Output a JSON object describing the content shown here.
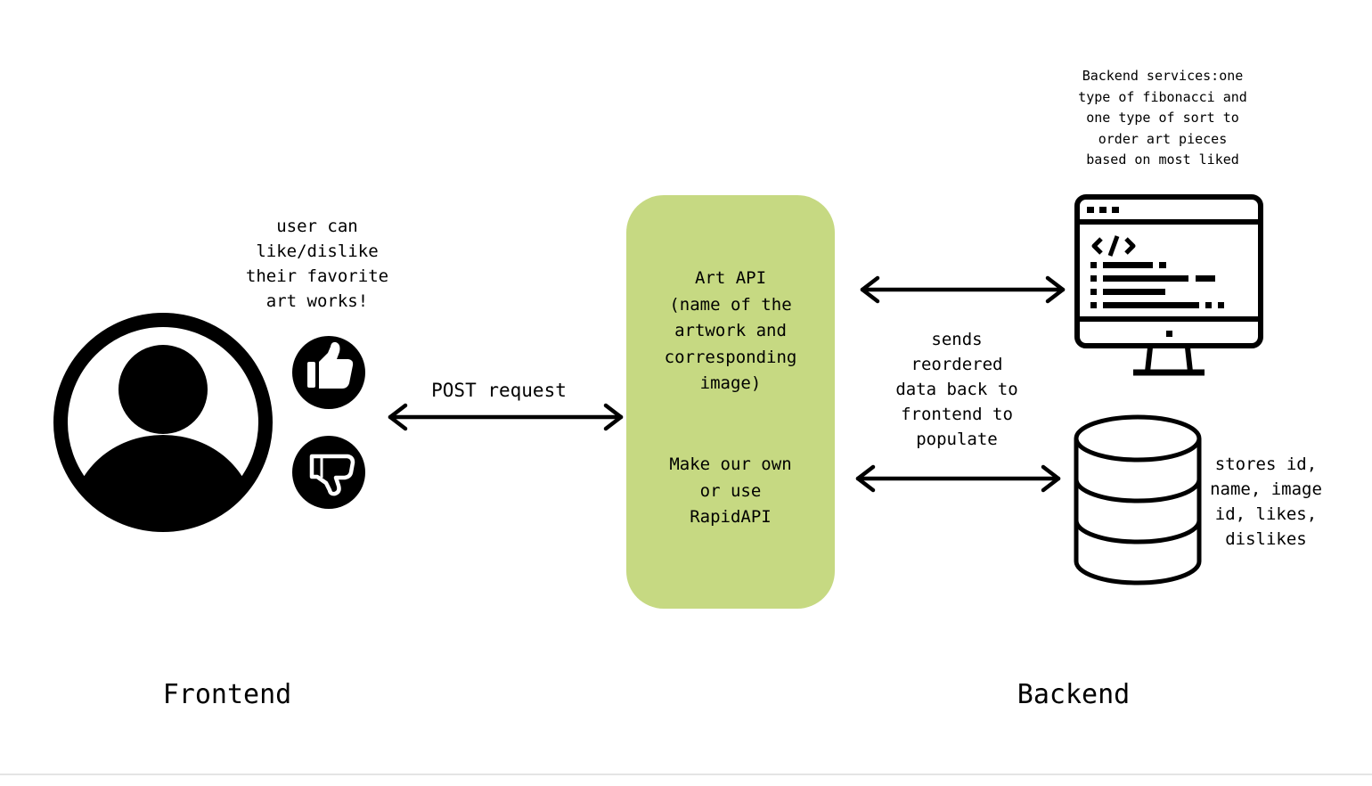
{
  "colors": {
    "box_fill": "#c6d982",
    "ink": "#000000",
    "background": "#ffffff"
  },
  "frontend": {
    "label": "Frontend",
    "user_note": "user can\nlike/dislike\ntheir favorite\nart works!",
    "icons": [
      "user-avatar-icon",
      "thumbs-up-icon",
      "thumbs-down-icon"
    ]
  },
  "connector_post": {
    "label": "POST request"
  },
  "api_box": {
    "title": "Art API\n(name of the\nartwork and\ncorresponding\nimage)",
    "note": "Make our own\nor use\nRapidAPI"
  },
  "backend": {
    "label": "Backend",
    "services_note": "Backend services:one\ntype of fibonacci and\none type of sort to\norder art pieces\nbased on most liked",
    "return_note": "sends\nreordered\ndata back to\nfrontend to\npopulate",
    "db_note": "stores id,\nname, image\nid, likes,\ndislikes",
    "icons": [
      "code-monitor-icon",
      "database-icon"
    ]
  }
}
